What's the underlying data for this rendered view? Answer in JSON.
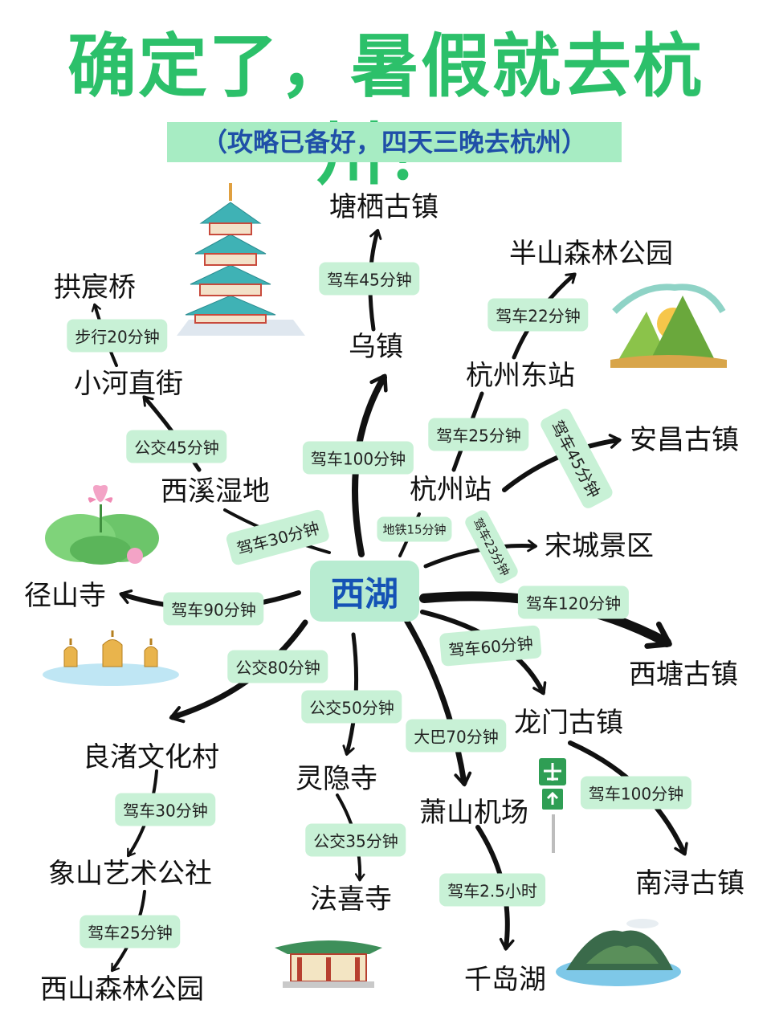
{
  "header": {
    "title": "确定了，暑假就去杭州！",
    "subtitle": "（攻略已备好，四天三晚去杭州）"
  },
  "colors": {
    "title": "#2cc06a",
    "subtitle_text": "#1f4fa8",
    "subtitle_bg": "#a7ecc3",
    "label_bg": "#c8f1d6",
    "center_bg": "#b8ecd1",
    "center_text": "#1552b5"
  },
  "center": "西湖",
  "nodes": {
    "tangqi": "塘栖古镇",
    "wuzhen": "乌镇",
    "banshan": "半山森林公园",
    "hzdong": "杭州东站",
    "anchang": "安昌古镇",
    "hzzhan": "杭州站",
    "songcheng": "宋城景区",
    "xitang": "西塘古镇",
    "longmen": "龙门古镇",
    "nanxun": "南浔古镇",
    "xiaoshan": "萧山机场",
    "qiandao": "千岛湖",
    "lingyin": "灵隐寺",
    "faxi": "法喜寺",
    "liangzhu": "良渚文化村",
    "xiangshan": "象山艺术公社",
    "xishan": "西山森林公园",
    "jingshan": "径山寺",
    "xixi": "西溪湿地",
    "xiaohe": "小河直街",
    "gongchen": "拱宸桥"
  },
  "edges": {
    "wuzhen_tangqi": "驾车45分钟",
    "xihu_wuzhen": "驾车100分钟",
    "hzdong_banshan": "驾车22分钟",
    "hzzhan_hzdong": "驾车25分钟",
    "hzzhan_anchang": "驾车45分钟",
    "xihu_hzzhan": "地铁15分钟",
    "xihu_songcheng": "驾车23分钟",
    "xihu_xitang": "驾车120分钟",
    "xihu_longmen": "驾车60分钟",
    "longmen_nanxun": "驾车100分钟",
    "xihu_xiaoshan": "大巴70分钟",
    "xiaoshan_qiandao": "驾车2.5小时",
    "xihu_lingyin": "公交50分钟",
    "lingyin_faxi": "公交35分钟",
    "xihu_liangzhu": "公交80分钟",
    "liangzhu_xiangshan": "驾车30分钟",
    "xiangshan_xishan": "驾车25分钟",
    "xihu_jingshan": "驾车90分钟",
    "xihu_xixi": "驾车30分钟",
    "xixi_xiaohe": "公交45分钟",
    "xiaohe_gongchen": "步行20分钟"
  },
  "icons": [
    "pagoda-illustration",
    "lotus-illustration",
    "three-pools-illustration",
    "mountain-book-illustration",
    "temple-illustration",
    "island-illustration",
    "airport-sign-icon"
  ]
}
